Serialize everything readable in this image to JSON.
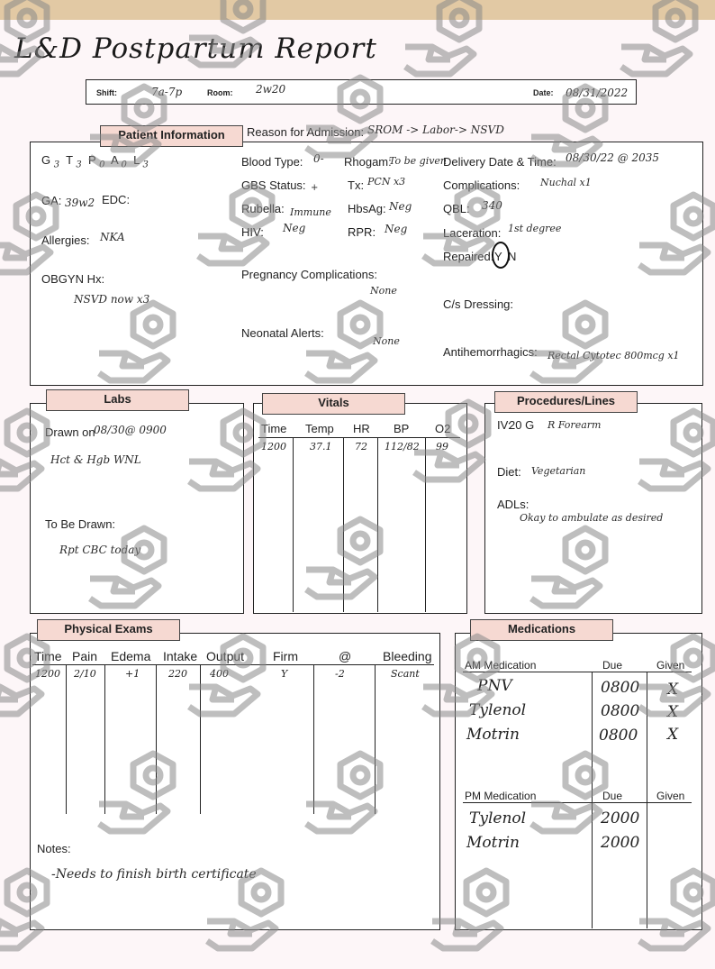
{
  "document": {
    "title": "L&D Postpartum Report"
  },
  "header": {
    "shift_label": "Shift:",
    "shift_value": "7a-7p",
    "room_label": "Room:",
    "room_value": "2w20",
    "date_label": "Date:",
    "date_value": "08/31/2022"
  },
  "patient_info": {
    "tab": "Patient Information",
    "reason_label": "Reason for Admission:",
    "reason_value": "SROM -> Labor-> NSVD",
    "gtpal": {
      "g": "3",
      "t": "3",
      "p": "0",
      "a": "0",
      "l": "3"
    },
    "ga_label": "GA:",
    "ga_value": "39w2",
    "edc_label": "EDC:",
    "allergies_label": "Allergies:",
    "allergies_value": "NKA",
    "obgyn_label": "OBGYN Hx:",
    "obgyn_value": "NSVD now x3",
    "blood_type_label": "Blood Type:",
    "blood_type_value": "0-",
    "rhogam_label": "Rhogam:",
    "rhogam_value": "To be given",
    "gbs_label": "GBS Status:",
    "gbs_value": "+",
    "tx_label": "Tx:",
    "tx_value": "PCN x3",
    "rubella_label": "Rubella:",
    "rubella_value": "Immune",
    "hbsag_label": "HbsAg:",
    "hbsag_value": "Neg",
    "hiv_label": "HIV:",
    "hiv_value": "Neg",
    "rpr_label": "RPR:",
    "rpr_value": "Neg",
    "preg_comp_label": "Pregnancy Complications:",
    "preg_comp_value": "None",
    "neonatal_label": "Neonatal Alerts:",
    "neonatal_value": "None",
    "delivery_label": "Delivery Date & Time:",
    "delivery_value": "08/30/22 @ 2035",
    "complications_label": "Complications:",
    "complications_value": "Nuchal x1",
    "qbl_label": "QBL:",
    "qbl_value": "340",
    "laceration_label": "Laceration:",
    "laceration_value": "1st degree",
    "repaired_label": "Repaired:",
    "repaired_y": "Y",
    "repaired_n": "N",
    "cs_label": "C/s Dressing:",
    "antihem_label": "Antihemorrhagics:",
    "antihem_value": "Rectal Cytotec 800mcg x1"
  },
  "labs": {
    "tab": "Labs",
    "drawn_label": "Drawn on",
    "drawn_value": "08/30@ 0900",
    "drawn_result": "Hct & Hgb WNL",
    "to_be_drawn_label": "To Be Drawn:",
    "to_be_drawn_value": "Rpt CBC today"
  },
  "vitals": {
    "tab": "Vitals",
    "headers": [
      "Time",
      "Temp",
      "HR",
      "BP",
      "O2"
    ],
    "row": [
      "1200",
      "37.1",
      "72",
      "112/82",
      "99"
    ]
  },
  "procedures": {
    "tab": "Procedures/Lines",
    "iv_label": "IV:",
    "iv_gauge": "20 G",
    "iv_site": "R Forearm",
    "diet_label": "Diet:",
    "diet_value": "Vegetarian",
    "adls_label": "ADLs:",
    "adls_value": "Okay to ambulate as desired"
  },
  "physical_exams": {
    "tab": "Physical Exams",
    "headers": [
      "Time",
      "Pain",
      "Edema",
      "Intake",
      "Output",
      "Firm",
      "@",
      "Bleeding"
    ],
    "row": [
      "1200",
      "2/10",
      "+1",
      "220",
      "400",
      "Y",
      "-2",
      "Scant"
    ],
    "notes_label": "Notes:",
    "notes_value": "-Needs to finish birth certificate"
  },
  "medications": {
    "tab": "Medications",
    "am_headers": [
      "AM Medication",
      "Due",
      "Given"
    ],
    "am_rows": [
      {
        "name": "PNV",
        "due": "0800",
        "given": "X"
      },
      {
        "name": "Tylenol",
        "due": "0800",
        "given": "X"
      },
      {
        "name": "Motrin",
        "due": "0800",
        "given": "X"
      }
    ],
    "pm_headers": [
      "PM Medication",
      "Due",
      "Given"
    ],
    "pm_rows": [
      {
        "name": "Tylenol",
        "due": "2000"
      },
      {
        "name": "Motrin",
        "due": "2000"
      }
    ]
  }
}
